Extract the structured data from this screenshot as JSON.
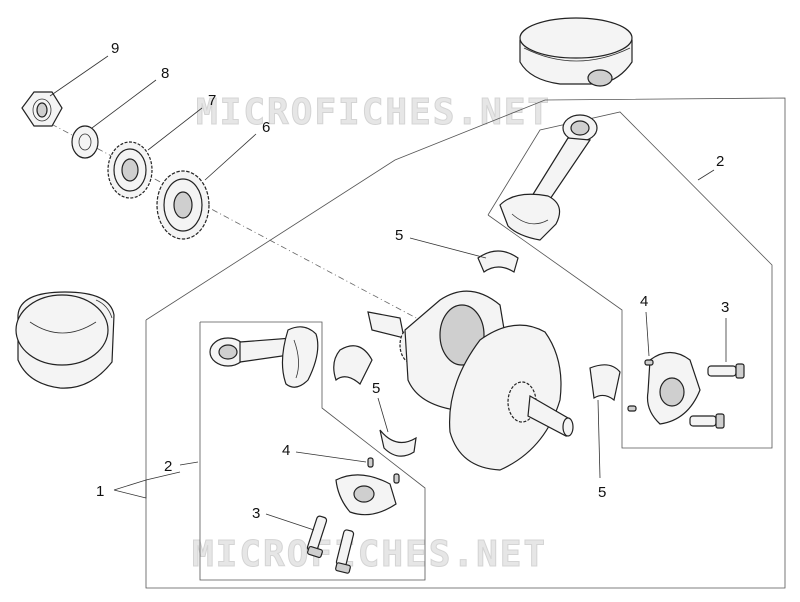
{
  "watermark_top": "MICROFICHES.NET",
  "watermark_bottom": "MICROFICHES.NET",
  "callouts": {
    "c9": "9",
    "c8": "8",
    "c7": "7",
    "c6": "6",
    "c2_top": "2",
    "c5_top": "5",
    "c4_right": "4",
    "c3_right": "3",
    "c5_left": "5",
    "c4_left": "4",
    "c2_left": "2",
    "c1": "1",
    "c3_left": "3",
    "c5_right": "5"
  }
}
